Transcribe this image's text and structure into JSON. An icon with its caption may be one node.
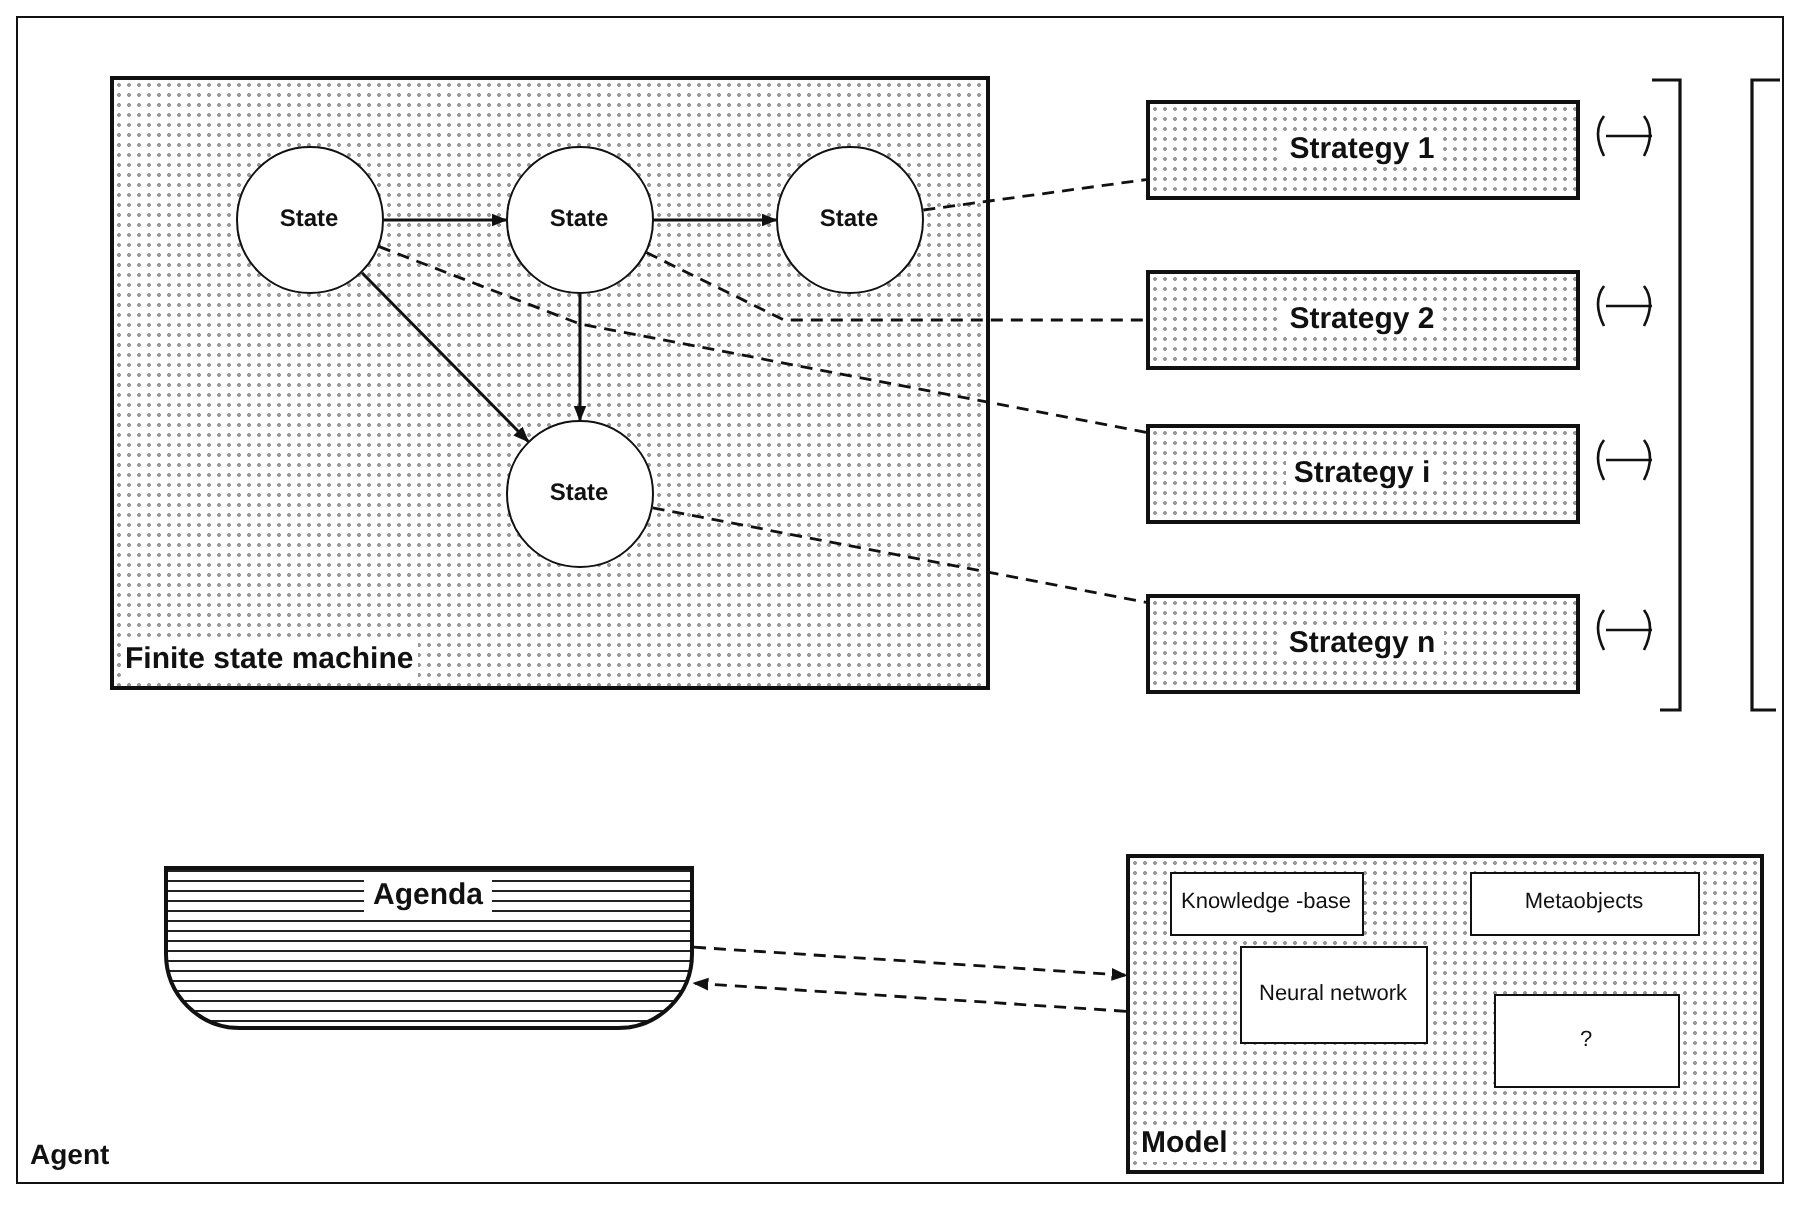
{
  "diagram": {
    "nodes": [
      {
        "text": [
          "Agent"
        ]
      },
      {
        "text": [
          "Finite state machine"
        ],
        "in": 0
      },
      {
        "text": [
          "State"
        ],
        "in": 1
      },
      {
        "text": [
          "State"
        ],
        "in": 1
      },
      {
        "text": [
          "State"
        ],
        "in": 1
      },
      {
        "text": [
          "State"
        ],
        "in": 1
      },
      {
        "text": [
          "Strategy 1"
        ],
        "in": 0
      },
      {
        "text": [
          "Strategy 2"
        ],
        "in": 0
      },
      {
        "text": [
          "Strategy i"
        ],
        "in": 0
      },
      {
        "text": [
          "Strategy n"
        ],
        "in": 0
      },
      {
        "text": [
          "Agenda"
        ],
        "in": 0
      },
      {
        "text": [
          "Model"
        ],
        "in": 0
      },
      {
        "text": [
          "Knowledge -base"
        ],
        "in": 11
      },
      {
        "text": [
          "Metaobjects"
        ],
        "in": 11
      },
      {
        "text": [
          "Neural network"
        ],
        "in": 11
      },
      {
        "text": [
          "?"
        ],
        "in": 11
      }
    ],
    "edges": [
      {
        "from": 2,
        "to": 3,
        "arrow": "to"
      },
      {
        "from": 3,
        "to": 4,
        "arrow": "to"
      },
      {
        "from": 3,
        "to": 5,
        "arrow": "to"
      },
      {
        "from": 2,
        "to": 5,
        "arrow": "to"
      },
      {
        "from": 4,
        "to": 6,
        "arrow": "none",
        "style": "dashed"
      },
      {
        "from": 3,
        "to": 7,
        "arrow": "none",
        "style": "dashed"
      },
      {
        "from": 2,
        "to": 8,
        "arrow": "none",
        "style": "dashed"
      },
      {
        "from": 5,
        "to": 9,
        "arrow": "none",
        "style": "dashed"
      },
      {
        "from": 10,
        "to": 11,
        "arrow": "to",
        "style": "dashed"
      },
      {
        "from": 11,
        "to": 10,
        "arrow": "to",
        "style": "dashed"
      }
    ]
  }
}
